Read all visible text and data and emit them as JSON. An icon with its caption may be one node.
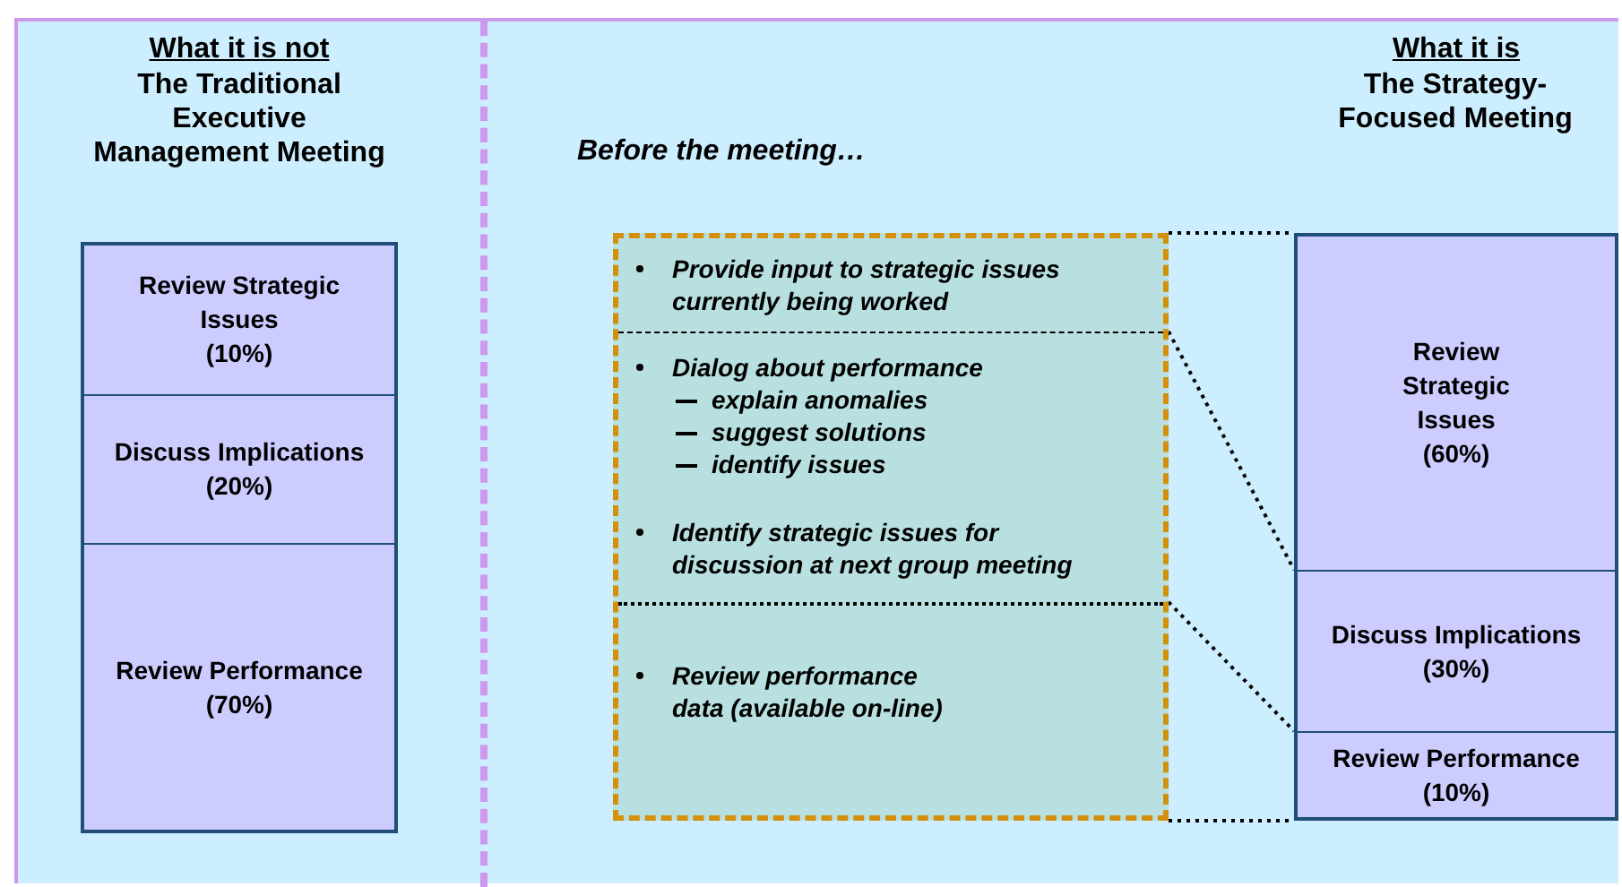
{
  "diagram": {
    "nodes": [
      {
        "text": [
          "Review Strategic Issues",
          "(10%)"
        ]
      },
      {
        "text": [
          "Discuss Implications",
          "(20%)"
        ]
      },
      {
        "text": [
          "Review Performance",
          "(70%)"
        ]
      },
      {
        "text": [],
        "shape": "box"
      },
      {
        "text": [
          "Provide input to strategic issues currently being worked"
        ],
        "in": 3
      },
      {
        "text": [
          "Dialog about performance",
          "explain anomalies",
          "suggest solutions",
          "identify issues",
          "Identify strategic issues for discussion at next group meeting"
        ],
        "in": 3
      },
      {
        "text": [
          "Review performance data (available on-line)"
        ],
        "in": 3
      },
      {
        "text": [
          "Review Strategic Issues",
          "(60%)"
        ]
      },
      {
        "text": [
          "Discuss Implications",
          "(30%)"
        ]
      },
      {
        "text": [
          "Review Performance",
          "(10%)"
        ]
      }
    ],
    "edges": [
      {
        "from": 3,
        "to": 7,
        "arrow": "none"
      },
      {
        "from": 5,
        "to": 8,
        "arrow": "none"
      },
      {
        "from": 6,
        "to": 9,
        "arrow": "none"
      },
      {
        "from": 3,
        "to": 9,
        "arrow": "none"
      }
    ],
    "labels": [
      "What it is not",
      "The Traditional Executive Management Meeting",
      "Before the meeting…",
      "What it is",
      "The Strategy-Focused Meeting"
    ]
  }
}
